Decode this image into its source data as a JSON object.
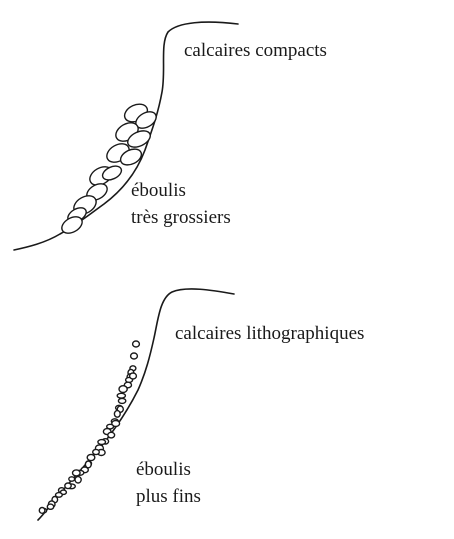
{
  "top_sketch": {
    "rock_label": "calcaires compacts",
    "scree_label_line1": "éboulis",
    "scree_label_line2": "très grossiers"
  },
  "bottom_sketch": {
    "rock_label": "calcaires lithographiques",
    "scree_label_line1": "éboulis",
    "scree_label_line2": "plus fins"
  }
}
